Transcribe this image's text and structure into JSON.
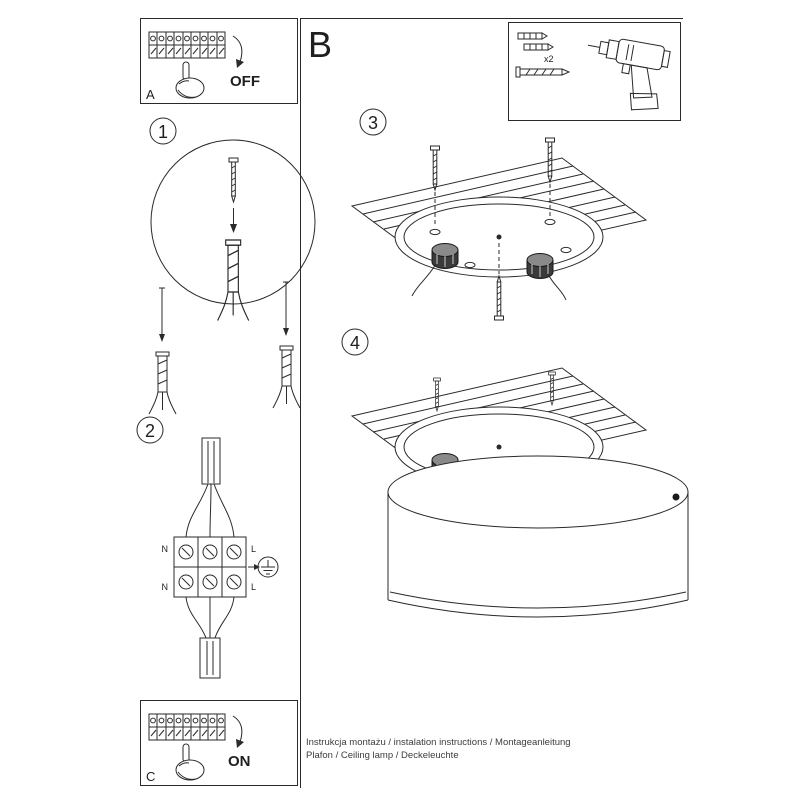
{
  "colors": {
    "ink": "#1f1f1f",
    "paper": "#ffffff"
  },
  "section_label": "B",
  "panel_a": {
    "label": "A",
    "switch_state": "OFF"
  },
  "panel_c": {
    "label": "C",
    "switch_state": "ON"
  },
  "tools_box": {
    "dowel_quantity": "x2"
  },
  "steps": [
    {
      "number": "1"
    },
    {
      "number": "2"
    },
    {
      "number": "3"
    },
    {
      "number": "4"
    }
  ],
  "wiring_labels": {
    "top_left": "N",
    "top_right": "L",
    "bottom_left": "N",
    "bottom_right": "L"
  },
  "footer": {
    "line1": "Instrukcja montażu / instalation instructions / Montageanleitung",
    "line2": "Plafon / Ceiling lamp / Deckeleuchte"
  }
}
